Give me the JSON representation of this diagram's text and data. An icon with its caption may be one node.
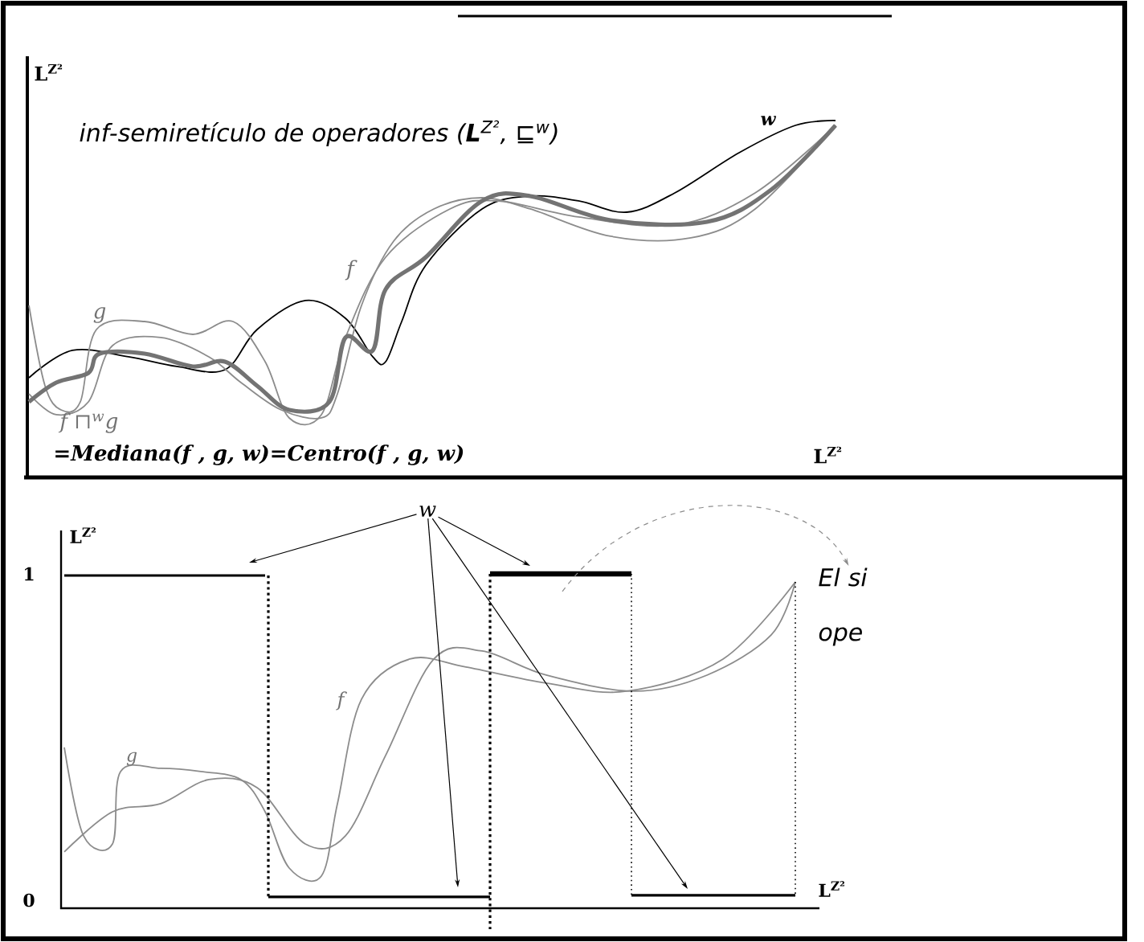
{
  "diagram": {
    "nodes": [
      {
        "text": [
          "w"
        ]
      },
      {
        "text": [
          "El si ope"
        ]
      }
    ],
    "edges": [
      {
        "from": 0,
        "to": null,
        "arrow": "to"
      },
      {
        "from": 0,
        "to": null,
        "arrow": "to"
      },
      {
        "from": 0,
        "to": null,
        "arrow": "to"
      },
      {
        "from": 0,
        "to": null,
        "arrow": "to"
      },
      {
        "from": null,
        "to": 1,
        "arrow": "to",
        "style": "dashed",
        "color": "#8c8c8c"
      }
    ],
    "labels": [
      "L$^{Z²}$",
      "inf-semiretículo de operadores (**L**$^{Z²}$, ⊑$^{w}$)",
      "w",
      "f",
      "g",
      "f ⊓$^{w}$g",
      "=Mediana(f , g, w)=Centro(f , g, w)",
      "L$^{Z²}$",
      "L$^{Z²}$",
      "1",
      "g",
      "f",
      "0",
      "L$^{Z²}$"
    ]
  }
}
